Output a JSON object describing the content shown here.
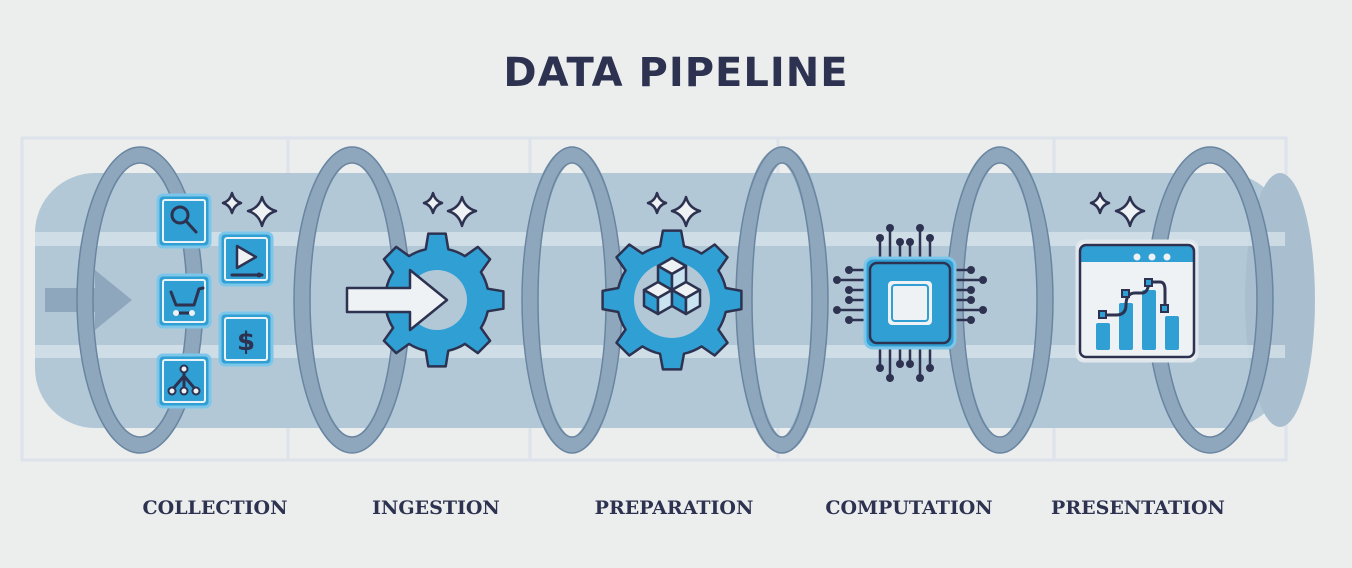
{
  "title": "DATA PIPELINE",
  "stages": [
    {
      "label": "COLLECTION",
      "icon": "data-sources-icons"
    },
    {
      "label": "INGESTION",
      "icon": "gear-arrow-icon"
    },
    {
      "label": "PREPARATION",
      "icon": "gear-cubes-icon"
    },
    {
      "label": "COMPUTATION",
      "icon": "cpu-chip-icon"
    },
    {
      "label": "PRESENTATION",
      "icon": "dashboard-chart-icon"
    }
  ],
  "colors": {
    "accent": "#2f9fd4",
    "pipe": "#b3c8d7",
    "ring": "#8ea7bd",
    "text": "#2d3250",
    "background": "#eceeee"
  }
}
